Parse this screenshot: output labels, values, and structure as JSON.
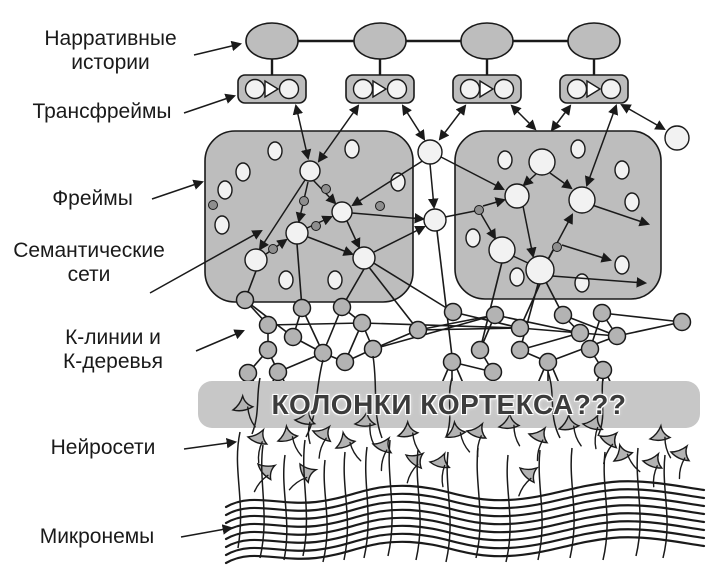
{
  "labels": {
    "narrative": "Нарративные\nистории",
    "transframes": "Трансфреймы",
    "frames": "Фреймы",
    "semantic": "Семантические\nсети",
    "klines": "К-линии и\nК-деревья",
    "neuralnets": "Нейросети",
    "micronemes": "Микронемы"
  },
  "banner": {
    "text": "КОЛОНКИ КОРТЕКСА???"
  },
  "colors": {
    "bg": "#ffffff",
    "ink": "#1a1a1a",
    "gray_fill": "#bdbdbd",
    "light_fill": "#f2f2f2",
    "kline_fill": "#b3b3b3",
    "mid_dot": "#8e8e8e",
    "banner_fill": "#c7c7c7",
    "banner_text": "#3c3c3c"
  }
}
